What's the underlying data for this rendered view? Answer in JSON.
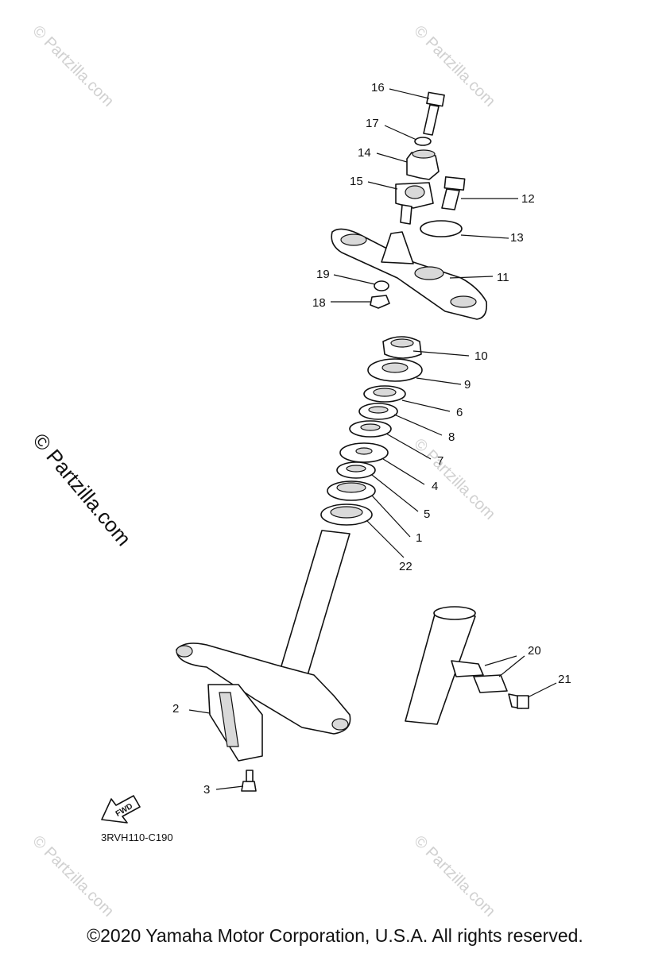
{
  "watermark": {
    "small": "© Partzilla.com",
    "large": "© Partzilla.com"
  },
  "callouts": {
    "c1": "1",
    "c2": "2",
    "c3": "3",
    "c4": "4",
    "c5": "5",
    "c6": "6",
    "c7": "7",
    "c8": "8",
    "c9": "9",
    "c10": "10",
    "c11": "11",
    "c12": "12",
    "c13": "13",
    "c14": "14",
    "c15": "15",
    "c16": "16",
    "c17": "17",
    "c18": "18",
    "c19": "19",
    "c20": "20",
    "c21": "21",
    "c22": "22"
  },
  "fwd_label": "FWD",
  "diagram_code": "3RVH110-C190",
  "copyright": "©2020 Yamaha Motor Corporation, U.S.A. All rights reserved."
}
